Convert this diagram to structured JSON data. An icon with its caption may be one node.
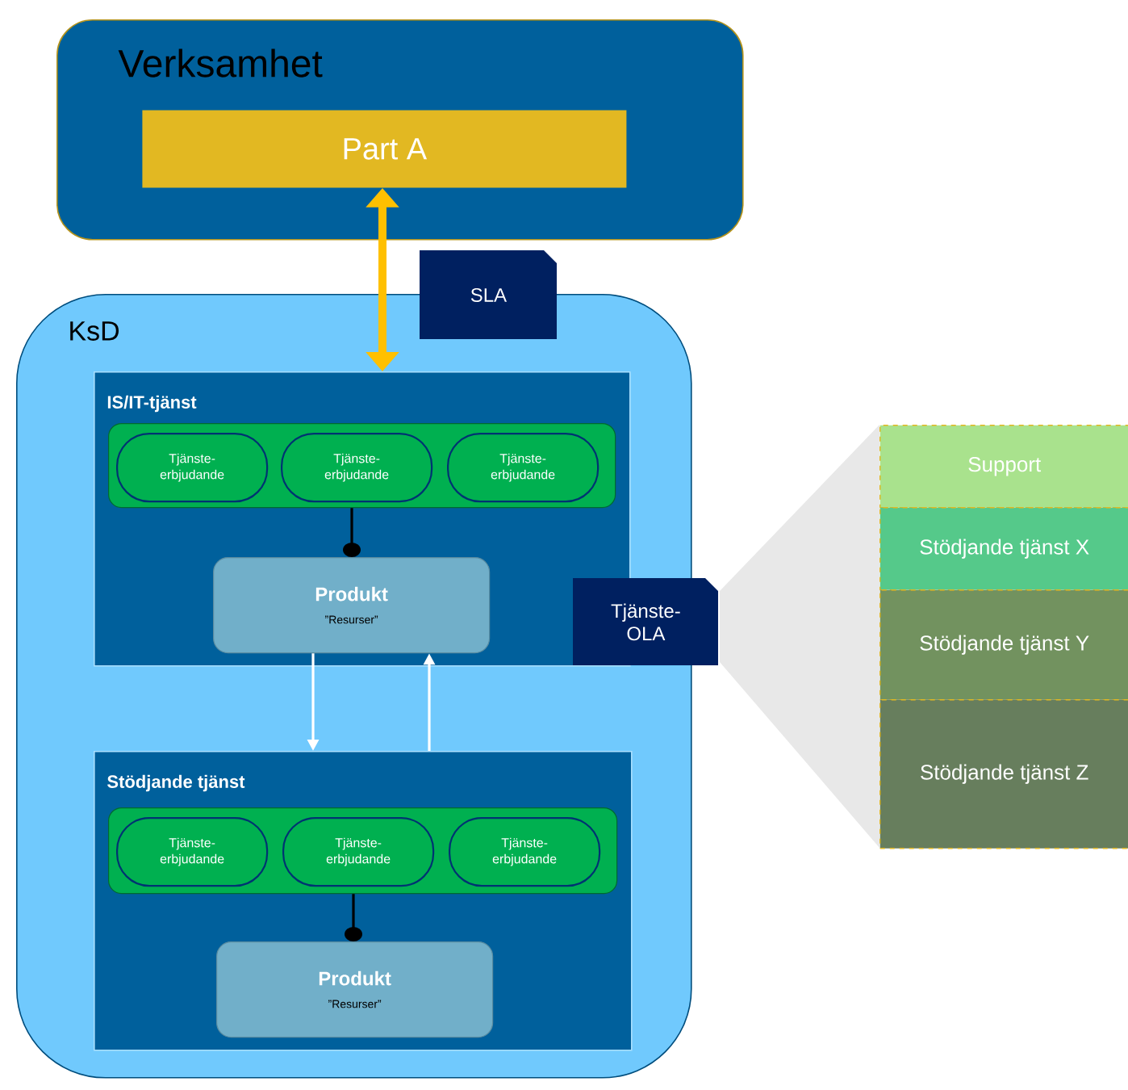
{
  "diagram": {
    "nodes": [
      {
        "text": [
          "Verksamhet"
        ]
      },
      {
        "text": [
          "Part A"
        ],
        "in": 0
      },
      {
        "text": [
          "KsD"
        ]
      },
      {
        "text": [
          "SLA"
        ]
      },
      {
        "text": [
          "IS/IT-tjänst"
        ],
        "in": 2
      },
      {
        "text": [],
        "shape": "box",
        "in": 4
      },
      {
        "text": [
          "Tjänste- erbjudande"
        ],
        "in": 5
      },
      {
        "text": [
          "Tjänste- erbjudande"
        ],
        "in": 5
      },
      {
        "text": [
          "Tjänste- erbjudande"
        ],
        "in": 5
      },
      {
        "text": [
          "Produkt",
          "”Resurser”"
        ],
        "in": 4
      },
      {
        "text": [
          "Stödjande tjänst"
        ],
        "in": 2
      },
      {
        "text": [],
        "shape": "box",
        "in": 10
      },
      {
        "text": [
          "Tjänste- erbjudande"
        ],
        "in": 11
      },
      {
        "text": [
          "Tjänste- erbjudande"
        ],
        "in": 11
      },
      {
        "text": [
          "Tjänste- erbjudande"
        ],
        "in": 11
      },
      {
        "text": [
          "Produkt",
          "”Resurser”"
        ],
        "in": 10
      },
      {
        "text": [
          "Tjänste- OLA"
        ]
      },
      {
        "text": [
          "Support"
        ]
      },
      {
        "text": [
          "Stödjande tjänst X"
        ]
      },
      {
        "text": [
          "Stödjande tjänst Y"
        ]
      },
      {
        "text": [
          "Stödjande tjänst Z"
        ]
      },
      {
        "text": [],
        "shape": "trapezoid"
      }
    ],
    "edges": [
      {
        "from": 1,
        "to": 4,
        "arrow": "both",
        "style": "thick",
        "color": "#ffc000"
      },
      {
        "from": 5,
        "to": 9,
        "arrow": "other"
      },
      {
        "from": 11,
        "to": 15,
        "arrow": "other"
      },
      {
        "from": 9,
        "to": 10,
        "arrow": "to",
        "color": "#ffffff"
      },
      {
        "from": 10,
        "to": 9,
        "arrow": "to",
        "color": "#ffffff"
      }
    ]
  }
}
